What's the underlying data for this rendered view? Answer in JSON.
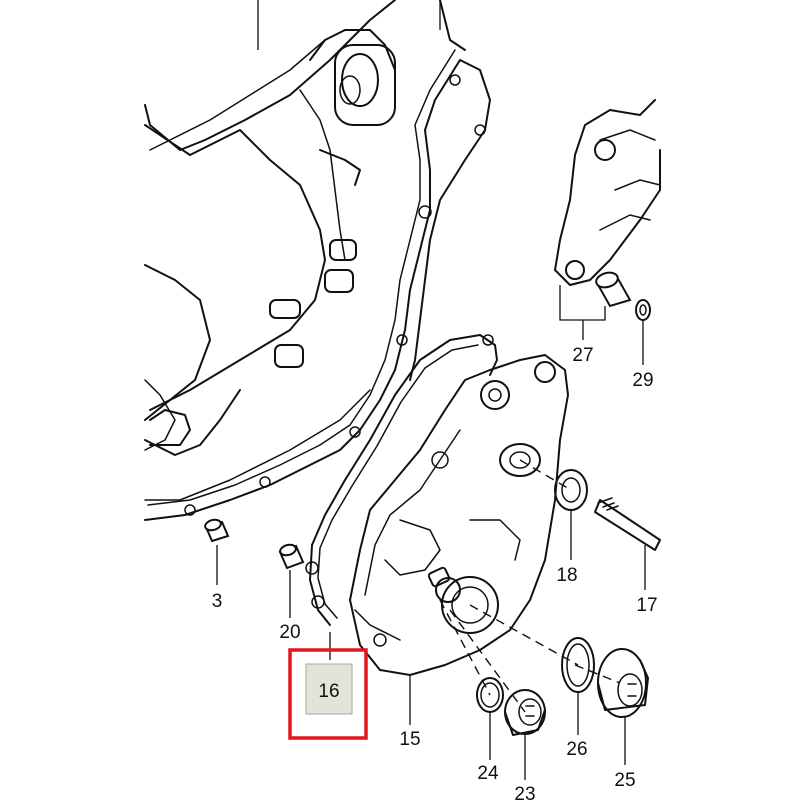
{
  "callouts": [
    {
      "id": "3",
      "text": "3"
    },
    {
      "id": "15",
      "text": "15"
    },
    {
      "id": "16",
      "text": "16"
    },
    {
      "id": "17",
      "text": "17"
    },
    {
      "id": "18",
      "text": "18"
    },
    {
      "id": "20",
      "text": "20"
    },
    {
      "id": "23",
      "text": "23"
    },
    {
      "id": "24",
      "text": "24"
    },
    {
      "id": "25",
      "text": "25"
    },
    {
      "id": "26",
      "text": "26"
    },
    {
      "id": "27",
      "text": "27"
    },
    {
      "id": "29",
      "text": "29"
    }
  ],
  "highlight": {
    "target": "16",
    "border_color": "#e0191f",
    "fill_color": "#e4e3d9"
  }
}
